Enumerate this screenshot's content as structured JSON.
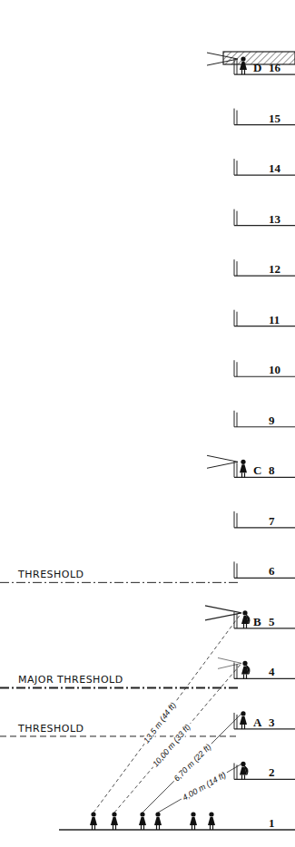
{
  "diagram": {
    "labels": [
      "D",
      "16",
      "15",
      "14",
      "13",
      "12",
      "11",
      "10",
      "9",
      "C",
      "8",
      "7",
      "THRESHOLD",
      "6",
      "B",
      "5",
      "13,5 m (44 ft)",
      "10,00 m (33 ft)",
      "MAJOR THRESHOLD",
      "4",
      "6,70 m (22 ft)",
      "THRESHOLD",
      "A",
      "3",
      "4,00 m (14 ft)",
      "2",
      "1"
    ]
  }
}
